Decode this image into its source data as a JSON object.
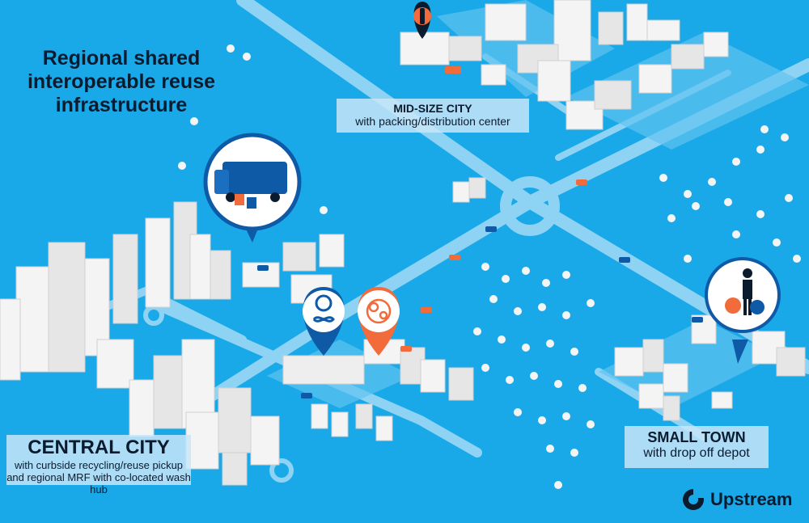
{
  "title": "Regional shared interoperable reuse infrastructure",
  "mid_size_city": {
    "heading": "MID-SIZE CITY",
    "subtitle": "with packing/distribution center"
  },
  "central_city": {
    "heading": "CENTRAL CITY",
    "subtitle": "with curbside recycling/reuse pickup and regional MRF with co-located wash hub"
  },
  "small_town": {
    "heading": "SMALL TOWN",
    "subtitle": "with drop off depot"
  },
  "brand": {
    "name": "Upstream",
    "icon": "upstream-swirl-icon"
  },
  "markers": [
    {
      "name": "bottle-factory-marker",
      "icon": "bottle-icon"
    },
    {
      "name": "recycling-truck-marker",
      "icon": "garbage-truck-icon"
    },
    {
      "name": "recycling-mrf-marker",
      "icon": "recycle-infinity-icon"
    },
    {
      "name": "wash-hub-marker",
      "icon": "wash-bubbles-icon"
    },
    {
      "name": "drop-off-depot-marker",
      "icon": "person-with-bags-icon"
    }
  ],
  "colors": {
    "background": "#1aa9e8",
    "road": "#8fd3f4",
    "building": "#f2f2f2",
    "accent_orange": "#f26b3a",
    "accent_blue": "#0e5aa6",
    "text": "#0b1b2e"
  }
}
